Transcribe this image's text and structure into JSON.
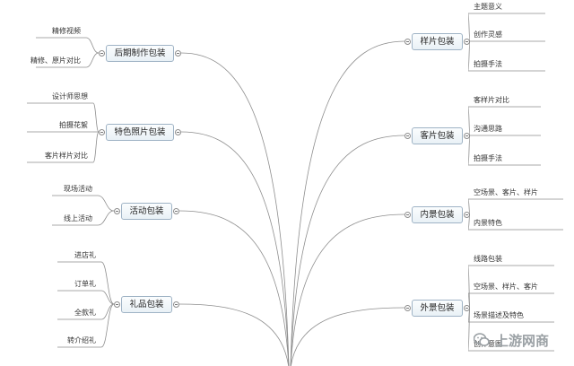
{
  "left_branches": [
    {
      "label": "后期制作包装",
      "leaves": [
        "精修视频",
        "精修、原片对比"
      ]
    },
    {
      "label": "特色照片包装",
      "leaves": [
        "设计师思想",
        "拍摄花絮",
        "客片样片对比"
      ]
    },
    {
      "label": "活动包装",
      "leaves": [
        "现场活动",
        "线上活动"
      ]
    },
    {
      "label": "礼品包装",
      "leaves": [
        "进店礼",
        "订单礼",
        "全款礼",
        "转介绍礼"
      ]
    }
  ],
  "right_branches": [
    {
      "label": "样片包装",
      "leaves": [
        "主题意义",
        "创作灵感",
        "拍摄手法"
      ]
    },
    {
      "label": "客片包装",
      "leaves": [
        "客样片对比",
        "沟通思路",
        "拍摄手法"
      ]
    },
    {
      "label": "内景包装",
      "leaves": [
        "空场景、客片、样片",
        "内景特色"
      ]
    },
    {
      "label": "外景包装",
      "leaves": [
        "线路包装",
        "空场景、样片、客片",
        "场景描述及特色",
        "创作意图"
      ]
    }
  ],
  "watermark": {
    "text": "上游网商",
    "icon": "wechat-icon"
  }
}
